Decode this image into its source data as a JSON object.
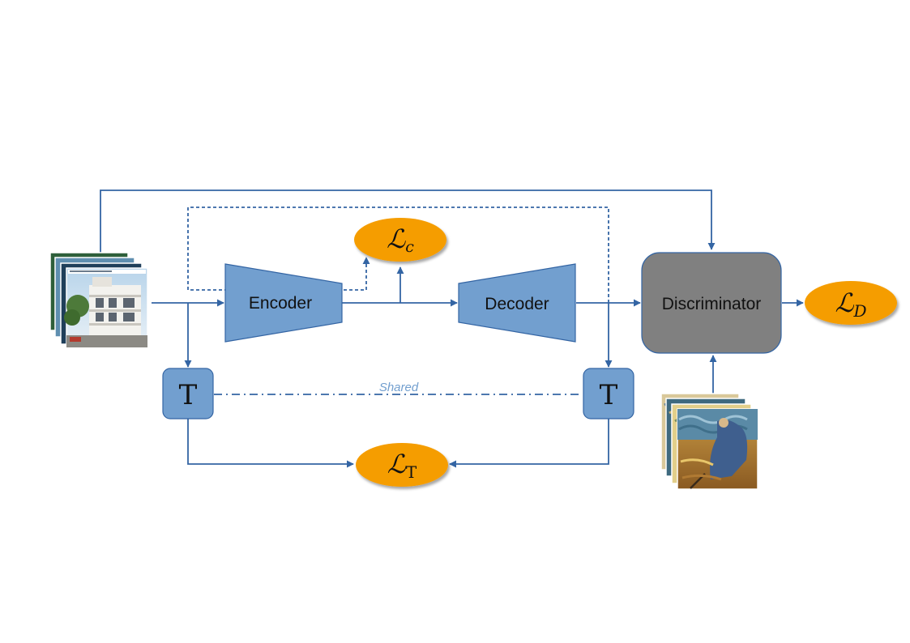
{
  "colors": {
    "line": "#3465a4",
    "block": "#729fcf",
    "block_stroke": "#3465a4",
    "discriminator": "#808080",
    "loss": "#f59d00",
    "shared_text": "#729fcf"
  },
  "blocks": {
    "encoder": "Encoder",
    "decoder": "Decoder",
    "discriminator": "Discriminator",
    "t_left": "T",
    "t_right": "T"
  },
  "losses": {
    "content": {
      "symbol": "ℒ",
      "sub": "c"
    },
    "transform": {
      "symbol": "ℒ",
      "sub": "T"
    },
    "discriminator": {
      "symbol": "ℒ",
      "sub": "D"
    }
  },
  "connector_labels": {
    "shared": "Shared"
  },
  "images": {
    "input_photos": "photo-stack",
    "style_paintings": "painting-stack"
  }
}
